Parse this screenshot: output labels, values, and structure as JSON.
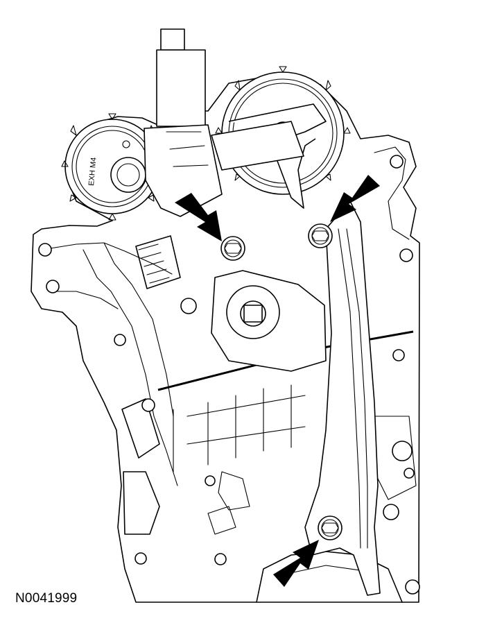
{
  "figure": {
    "id_label": "N0041999",
    "sprocket_marking": "EXH M4",
    "ink_color": "#000000",
    "paper_color": "#ffffff"
  },
  "callouts": [
    {
      "target": "bolt-upper-left",
      "arrow_direction": "down-right"
    },
    {
      "target": "bolt-upper-right",
      "arrow_direction": "down-left"
    },
    {
      "target": "bolt-lower",
      "arrow_direction": "up-right"
    }
  ]
}
